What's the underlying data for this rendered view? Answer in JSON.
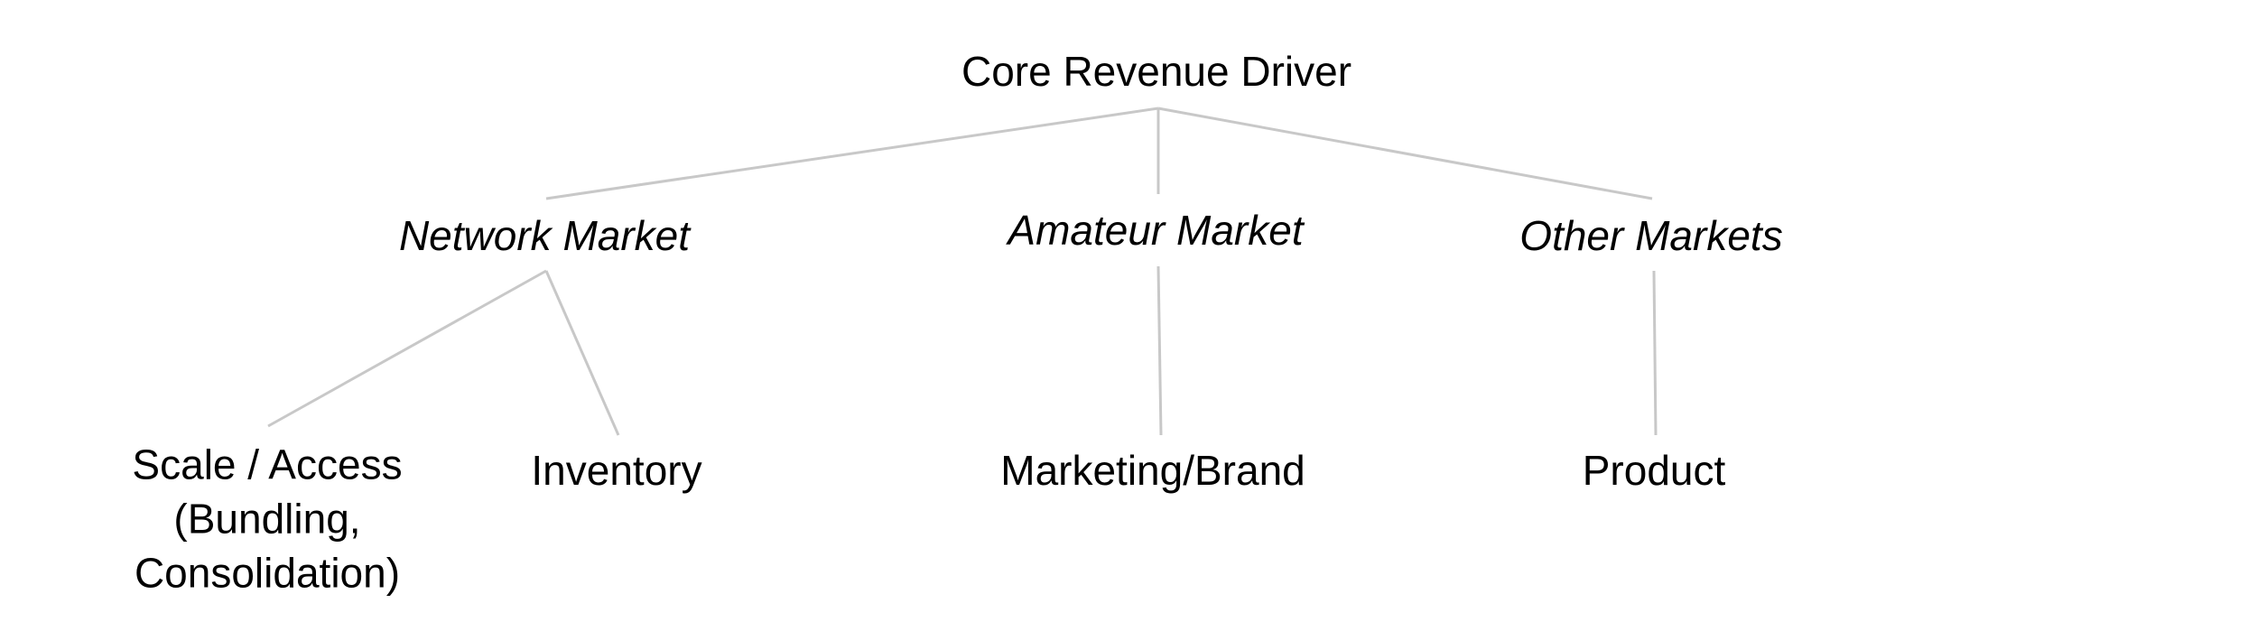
{
  "diagram": {
    "root": {
      "label": "Core Revenue Driver"
    },
    "markets": [
      {
        "id": "network",
        "label": "Network Market"
      },
      {
        "id": "amateur",
        "label": "Amateur Market"
      },
      {
        "id": "other",
        "label": "Other Markets"
      }
    ],
    "drivers": [
      {
        "id": "scale",
        "parent": "network",
        "lines": [
          "Scale / Access",
          "(Bundling,",
          "Consolidation)"
        ]
      },
      {
        "id": "inventory",
        "parent": "network",
        "label": "Inventory"
      },
      {
        "id": "marketing",
        "parent": "amateur",
        "label": "Marketing/Brand"
      },
      {
        "id": "product",
        "parent": "other",
        "label": "Product"
      }
    ],
    "colors": {
      "connector": "#c8c8c8",
      "text": "#000000",
      "background": "#ffffff"
    }
  }
}
